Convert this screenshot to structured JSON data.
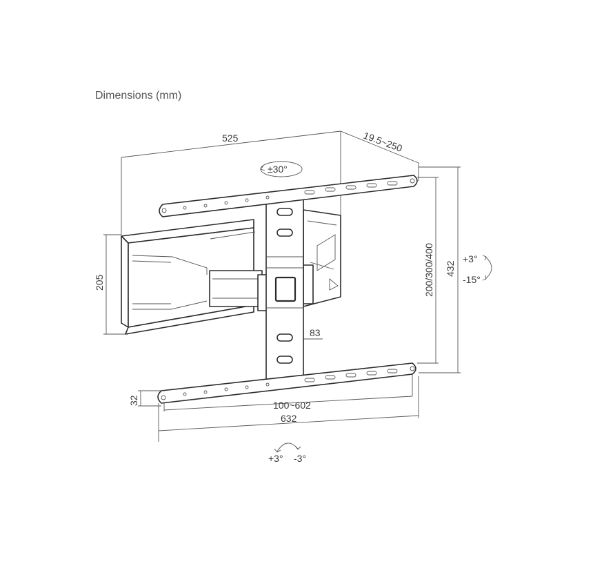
{
  "title": "Dimensions (mm)",
  "dimensions": {
    "depth_525": "525",
    "extension": "19.5~250",
    "swivel": "±30°",
    "height_205": "205",
    "vesa_vertical": "200/300/400",
    "height_432": "432",
    "tilt_up": "+3°",
    "tilt_down": "-15°",
    "center_83": "83",
    "bar_32": "32",
    "vesa_horizontal": "100~602",
    "width_632": "632",
    "rotate_plus": "+3°",
    "rotate_minus": "-3°"
  }
}
